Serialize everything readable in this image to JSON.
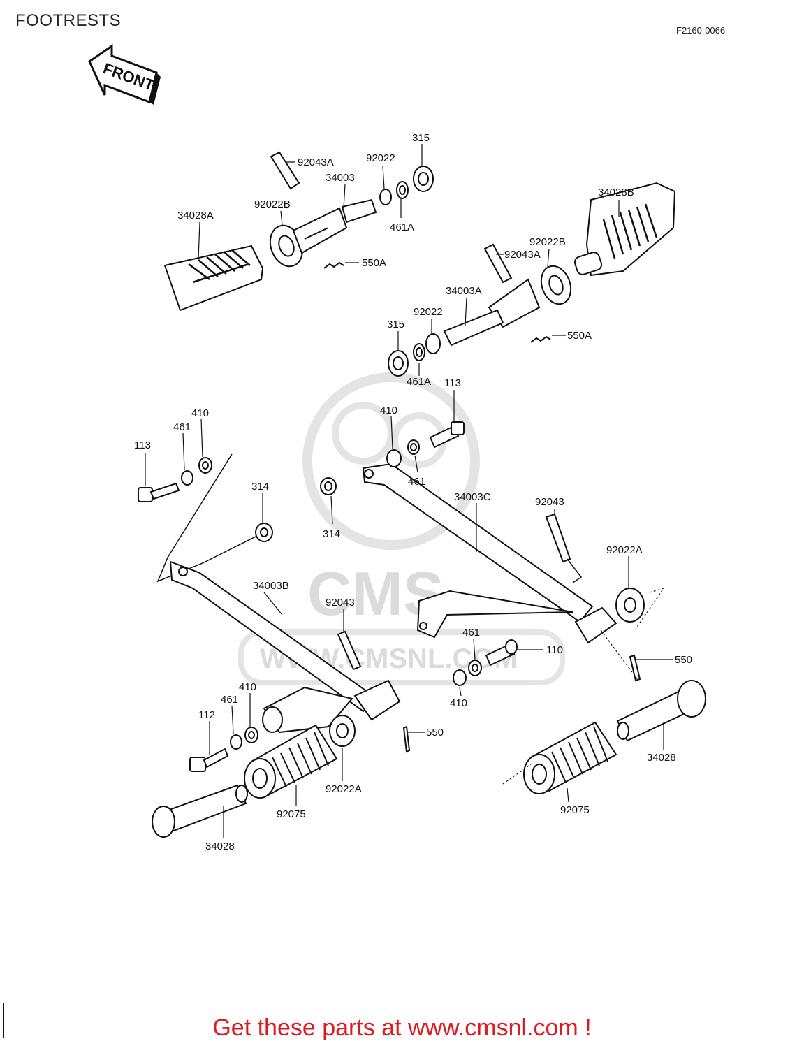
{
  "header": {
    "title": "FOOTRESTS",
    "figure_code": "F2160-0066"
  },
  "front_label": "FRONT",
  "watermark": {
    "brand": "CMS",
    "url": "WWW.CMSNL.COM"
  },
  "footer": {
    "link_text": "Get these parts at www.cmsnl.com !",
    "link_color": "#e0191f"
  },
  "part_labels": {
    "p315_top": "315",
    "p92043A_top": "92043A",
    "p92022_top": "92022",
    "p34003": "34003",
    "p92022B_left": "92022B",
    "p34028A": "34028A",
    "p461A_top": "461A",
    "p550A_left": "550A",
    "p34028B": "34028B",
    "p92022B_right": "92022B",
    "p92043A_right": "92043A",
    "p34003A": "34003A",
    "p92022_mid": "92022",
    "p315_mid": "315",
    "p550A_right": "550A",
    "p461A_mid": "461A",
    "p113_mid": "113",
    "p410_left": "410",
    "p461_left": "461",
    "p113_left": "113",
    "p410_mid": "410",
    "p461_mid": "461",
    "p314_left": "314",
    "p314_mid": "314",
    "p34003C": "34003C",
    "p92043_right": "92043",
    "p92022A_right": "92022A",
    "p34003B": "34003B",
    "p92043_mid": "92043",
    "p461_lower": "461",
    "p110": "110",
    "p550_right": "550",
    "p410_lower": "410",
    "p410_bottom_left": "410",
    "p461_bottom_left": "461",
    "p112": "112",
    "p550_mid": "550",
    "p92022A_left": "92022A",
    "p34028_right": "34028",
    "p92075_right": "92075",
    "p92075_left": "92075",
    "p34028_left": "34028"
  }
}
